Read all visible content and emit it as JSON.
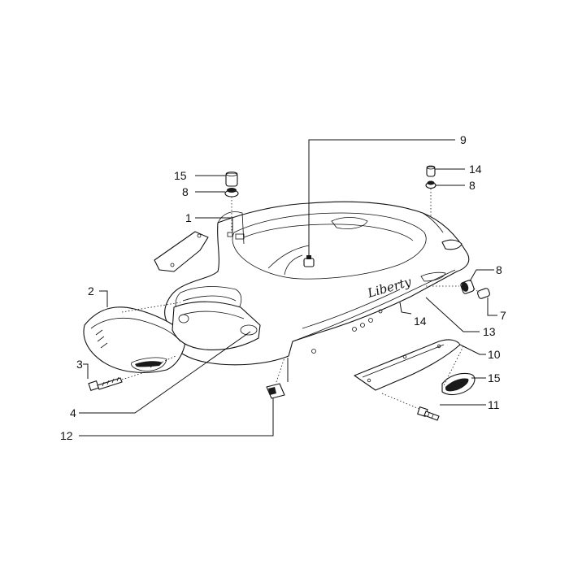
{
  "diagram": {
    "logo_text": "Liberty",
    "callouts": {
      "c1": "1",
      "c2": "2",
      "c3": "3",
      "c4": "4",
      "c7": "7",
      "c8_left": "8",
      "c8_right_top": "8",
      "c8_right_mid": "8",
      "c9": "9",
      "c10": "10",
      "c11": "11",
      "c12": "12",
      "c13": "13",
      "c14_top": "14",
      "c14_mid": "14",
      "c15_left": "15",
      "c15_right": "15"
    }
  }
}
